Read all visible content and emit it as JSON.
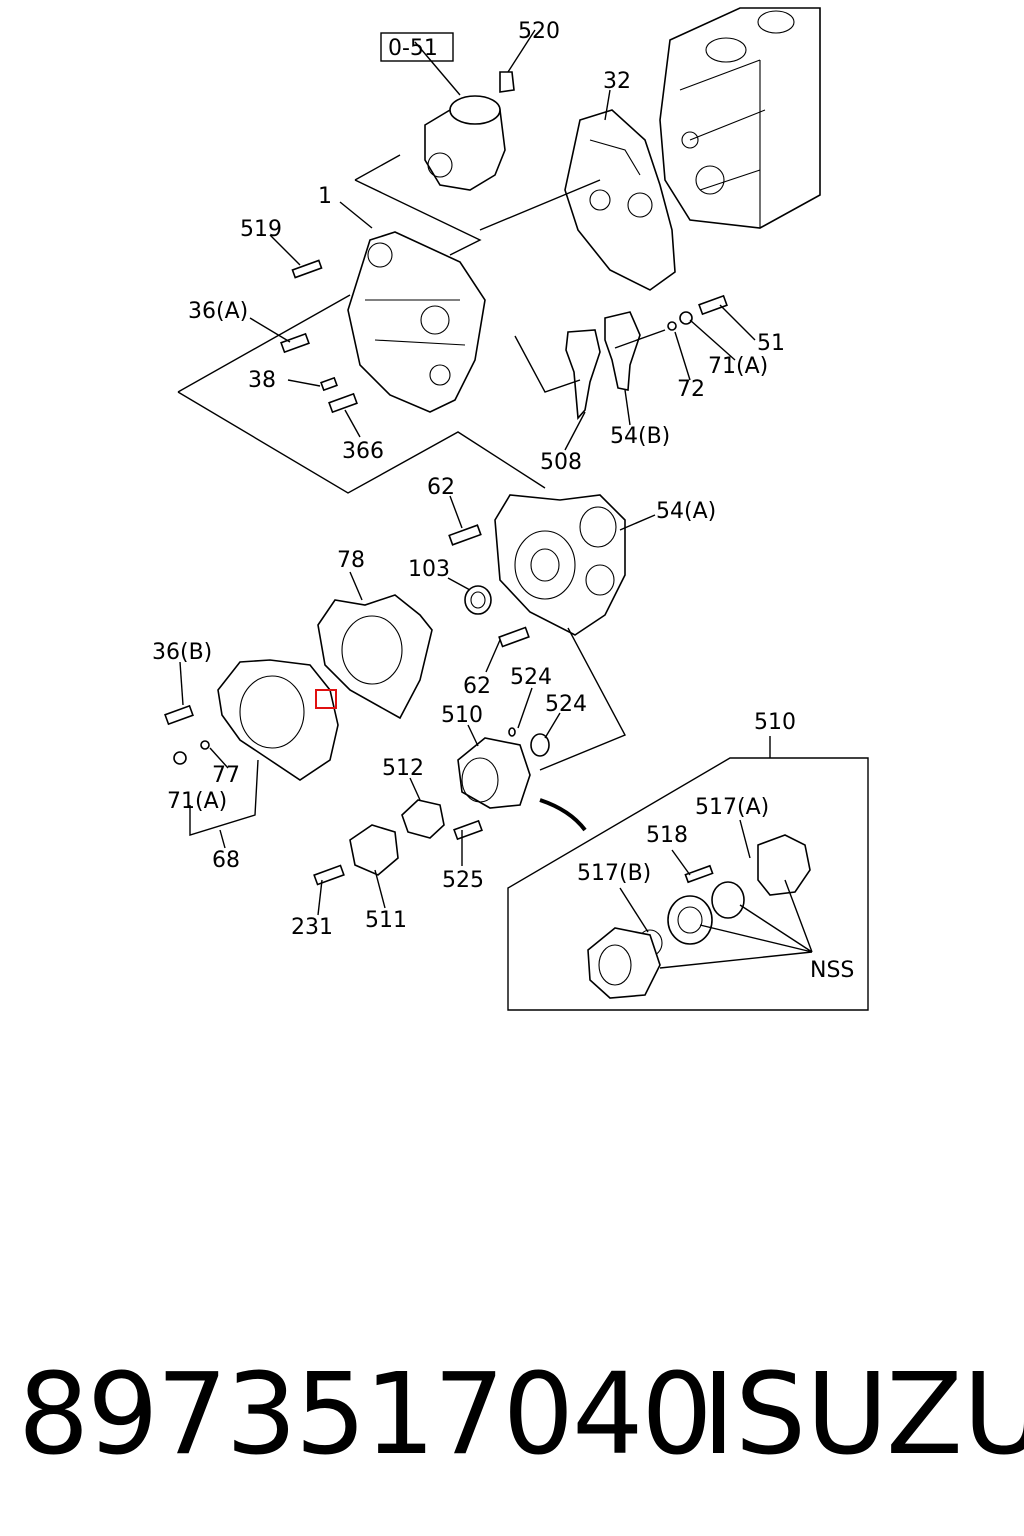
{
  "labels": {
    "ref_box": "0-51",
    "l520": "520",
    "l32": "32",
    "l1": "1",
    "l519": "519",
    "l36a": "36(A)",
    "l38": "38",
    "l366": "366",
    "l51": "51",
    "l71a_top": "71(A)",
    "l72": "72",
    "l54b": "54(B)",
    "l508": "508",
    "l62_top": "62",
    "l54a": "54(A)",
    "l78": "78",
    "l103": "103",
    "l36b": "36(B)",
    "l62_bot": "62",
    "l524a": "524",
    "l524b": "524",
    "l510_left": "510",
    "l77": "77",
    "l71a_bot": "71(A)",
    "l68": "68",
    "l512": "512",
    "l525": "525",
    "l231": "231",
    "l511": "511",
    "l510_box": "510",
    "l517a": "517(A)",
    "l518": "518",
    "l517b": "517(B)",
    "lnss": "NSS"
  },
  "footer": {
    "part_number": "8973517040",
    "brand": "ISUZU"
  }
}
